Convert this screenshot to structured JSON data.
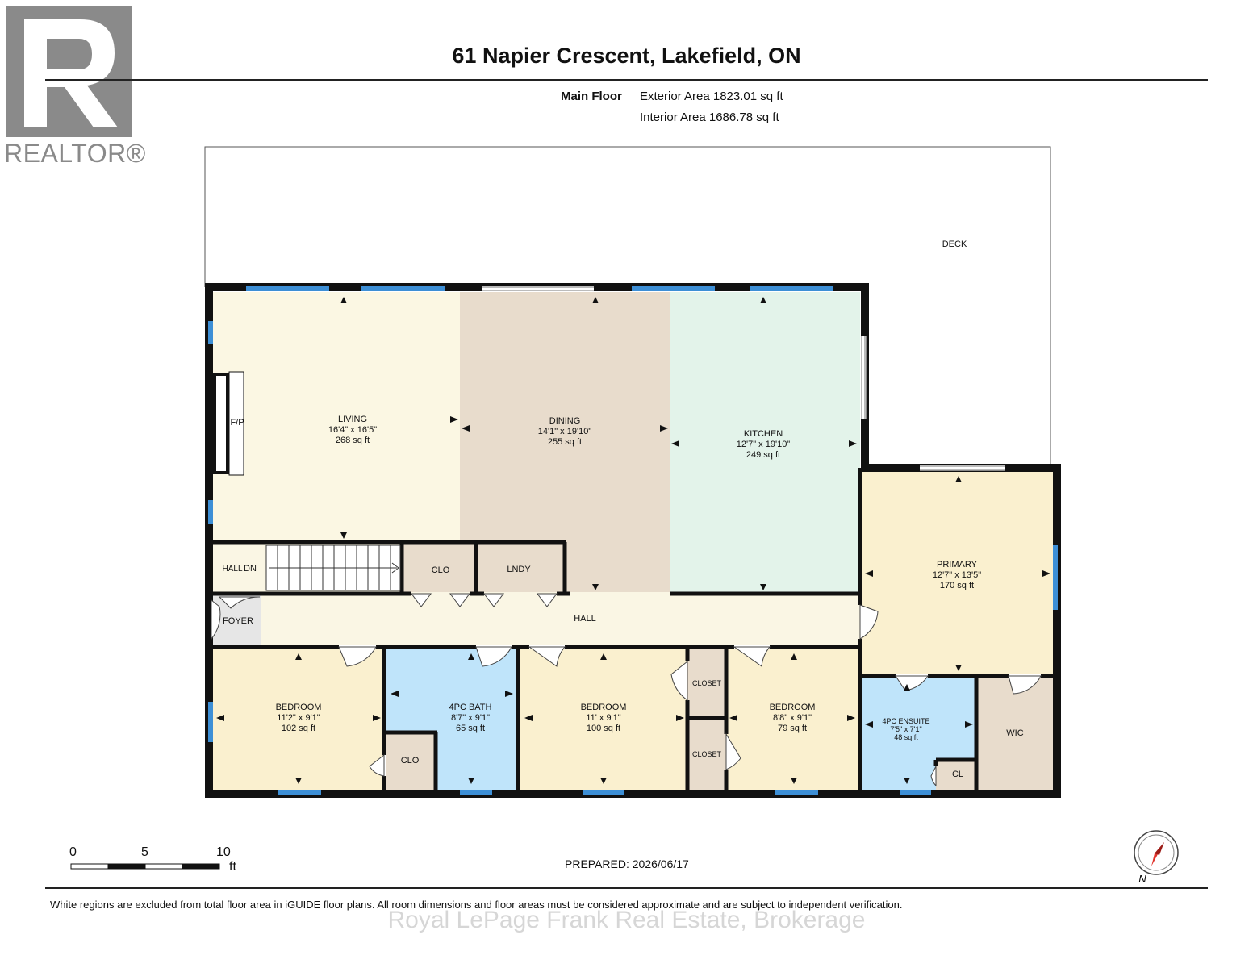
{
  "header": {
    "title": "61 Napier Crescent, Lakefield, ON",
    "floor_label": "Main Floor",
    "exterior_area": "Exterior Area 1823.01 sq ft",
    "interior_area": "Interior Area 1686.78 sq ft"
  },
  "logo": {
    "icon": "realtor-r-icon",
    "text": "REALTOR®"
  },
  "rooms": {
    "deck": "DECK",
    "living": {
      "name": "LIVING",
      "dims": "16'4\" x 16'5\"",
      "area": "268 sq ft"
    },
    "fireplace": "F/P",
    "dining": {
      "name": "DINING",
      "dims": "14'1\" x 19'10\"",
      "area": "255 sq ft"
    },
    "kitchen": {
      "name": "KITCHEN",
      "dims": "12'7\" x 19'10\"",
      "area": "249 sq ft"
    },
    "primary": {
      "name": "PRIMARY",
      "dims": "12'7\" x 13'5\"",
      "area": "170 sq ft"
    },
    "hall_dn": "HALL",
    "dn": "DN",
    "clo_top": "CLO",
    "lndy": "LNDY",
    "foyer": "FOYER",
    "hall": "HALL",
    "bedroom1": {
      "name": "BEDROOM",
      "dims": "11'2\" x 9'1\"",
      "area": "102 sq ft"
    },
    "bath": {
      "name": "4PC BATH",
      "dims": "8'7\" x 9'1\"",
      "area": "65 sq ft"
    },
    "clo_bath": "CLO",
    "bedroom2": {
      "name": "BEDROOM",
      "dims": "11' x 9'1\"",
      "area": "100 sq ft"
    },
    "closet1": "CLOSET",
    "closet2": "CLOSET",
    "bedroom3": {
      "name": "BEDROOM",
      "dims": "8'8\" x 9'1\"",
      "area": "79 sq ft"
    },
    "ensuite": {
      "name": "4PC ENSUITE",
      "dims": "7'5\" x 7'1\"",
      "area": "48 sq ft"
    },
    "cl": "CL",
    "wic": "WIC"
  },
  "scale": {
    "labels": [
      "0",
      "5",
      "10"
    ],
    "unit": "ft"
  },
  "compass": {
    "icon": "compass-icon",
    "label": "N"
  },
  "footer": {
    "prepared": "PREPARED: 2026/06/17",
    "disclaimer": "White regions are excluded from total floor area in iGUIDE floor plans. All room dimensions and floor areas must be considered approximate and are subject to independent verification.",
    "watermark": "Royal LePage Frank Real Estate, Brokerage"
  },
  "colors": {
    "wall": "#111111",
    "window": "#3d8fd6",
    "living": "#fbf7e3",
    "dining": "#e8dccc",
    "kitchen": "#e3f3ea",
    "primary": "#faf0cf",
    "hall": "#faf6e4",
    "bedroom": "#faf0cf",
    "bath": "#bfe4fa",
    "closet": "#e8dccc",
    "foyer": "#e6e6e6"
  }
}
